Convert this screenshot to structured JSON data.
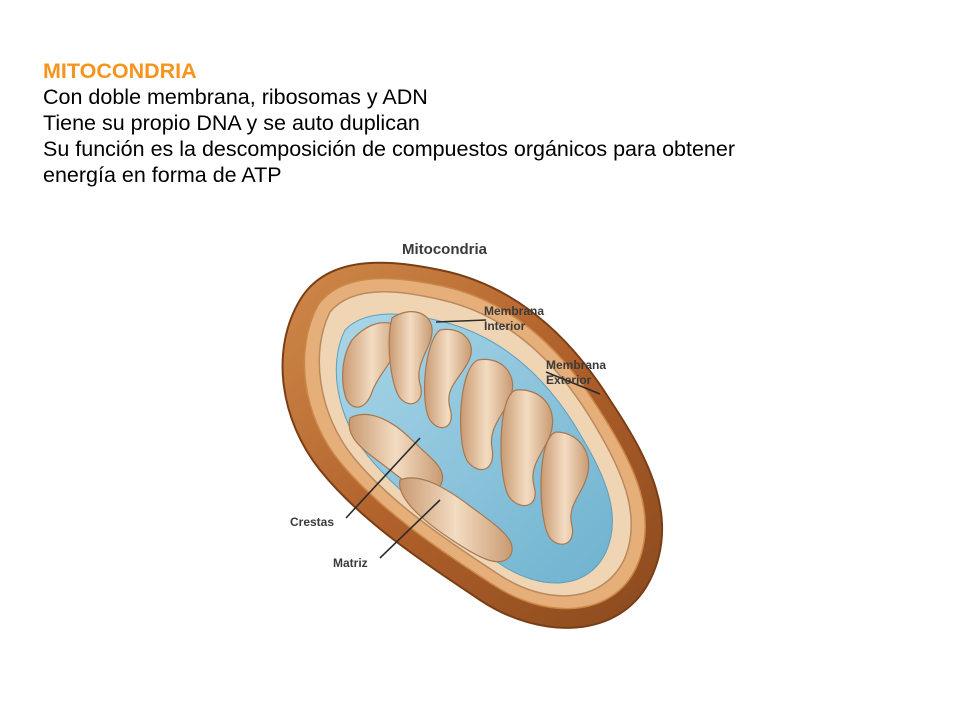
{
  "heading": {
    "title": "MITOCONDRIA",
    "lines": [
      "Con doble membrana, ribosomas y ADN",
      "Tiene su propio DNA  y se auto duplican",
      "Su función es la descomposición de compuestos orgánicos para obtener",
      "energía en forma de ATP"
    ]
  },
  "diagram": {
    "title": "Mitocondria",
    "labels": {
      "inner_membrane_1": "Membrana",
      "inner_membrane_2": "Interior",
      "outer_membrane_1": "Membrana",
      "outer_membrane_2": "Exterior",
      "cristae": "Crestas",
      "matrix": "Matriz"
    },
    "colors": {
      "outer_membrane": "#b5662a",
      "outer_rim": "#e0a066",
      "inner_membrane": "#e8c9a6",
      "matrix": "#8ec6dc",
      "label": "#3a3a3a",
      "title_text": "#f7941d"
    }
  }
}
